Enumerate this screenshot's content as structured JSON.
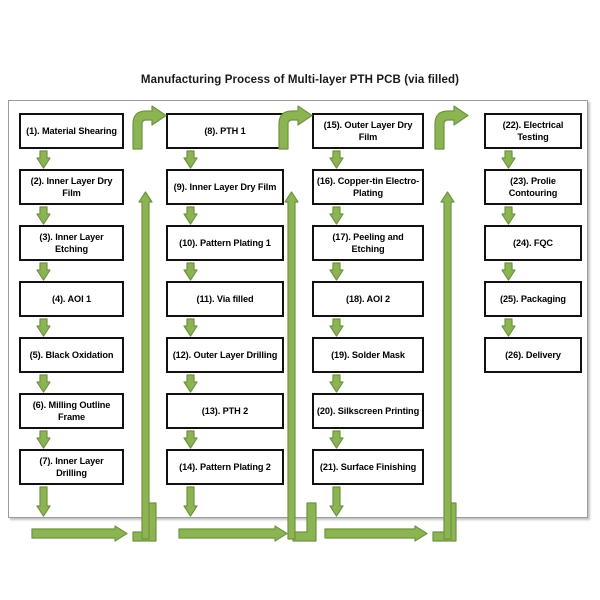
{
  "title": "Manufacturing Process of Multi-layer PTH PCB (via filled)",
  "theme": {
    "arrow_fill": "#8cb453",
    "arrow_stroke": "#6f9440",
    "box_border": "#111111",
    "box_fill": "#ffffff",
    "frame_border": "#9b9b9b",
    "page_background": "#ffffff",
    "text_color": "#000000"
  },
  "chart_data": {
    "type": "flowchart",
    "title": "Manufacturing Process of Multi-layer PTH PCB (via filled)",
    "orientation": "column-serpentine",
    "column_count": 4,
    "step_count": 26,
    "flow_description": "Steps run top-to-bottom within each column; at the bottom of a column the flow turns right and rises to the top of the next column."
  },
  "columns": [
    {
      "id": "column-1",
      "steps": [
        {
          "n": "1",
          "label": "(1). Material Shearing"
        },
        {
          "n": "2",
          "label": "(2). Inner Layer Dry Film"
        },
        {
          "n": "3",
          "label": "(3). Inner Layer Etching"
        },
        {
          "n": "4",
          "label": "(4). AOI 1"
        },
        {
          "n": "5",
          "label": "(5). Black Oxidation"
        },
        {
          "n": "6",
          "label": "(6). Milling Outline Frame"
        },
        {
          "n": "7",
          "label": "(7). Inner Layer Drilling"
        }
      ]
    },
    {
      "id": "column-2",
      "steps": [
        {
          "n": "8",
          "label": "(8). PTH 1"
        },
        {
          "n": "9",
          "label": "(9). Inner Layer Dry Film"
        },
        {
          "n": "10",
          "label": "(10). Pattern Plating 1"
        },
        {
          "n": "11",
          "label": "(11). Via filled"
        },
        {
          "n": "12",
          "label": "(12). Outer Layer Drilling"
        },
        {
          "n": "13",
          "label": "(13). PTH 2"
        },
        {
          "n": "14",
          "label": "(14). Pattern Plating 2"
        }
      ]
    },
    {
      "id": "column-3",
      "steps": [
        {
          "n": "15",
          "label": "(15). Outer Layer Dry Film"
        },
        {
          "n": "16",
          "label": "(16). Copper-tin Electro-Plating"
        },
        {
          "n": "17",
          "label": "(17). Peeling and Etching"
        },
        {
          "n": "18",
          "label": "(18). AOI 2"
        },
        {
          "n": "19",
          "label": "(19). Solder Mask"
        },
        {
          "n": "20",
          "label": "(20). Silkscreen Printing"
        },
        {
          "n": "21",
          "label": "(21). Surface Finishing"
        }
      ]
    },
    {
      "id": "column-4",
      "steps": [
        {
          "n": "22",
          "label": "(22). Electrical Testing"
        },
        {
          "n": "23",
          "label": "(23). Prolie Contouring"
        },
        {
          "n": "24",
          "label": "(24). FQC"
        },
        {
          "n": "25",
          "label": "(25). Packaging"
        },
        {
          "n": "26",
          "label": "(26). Delivery"
        }
      ]
    }
  ]
}
